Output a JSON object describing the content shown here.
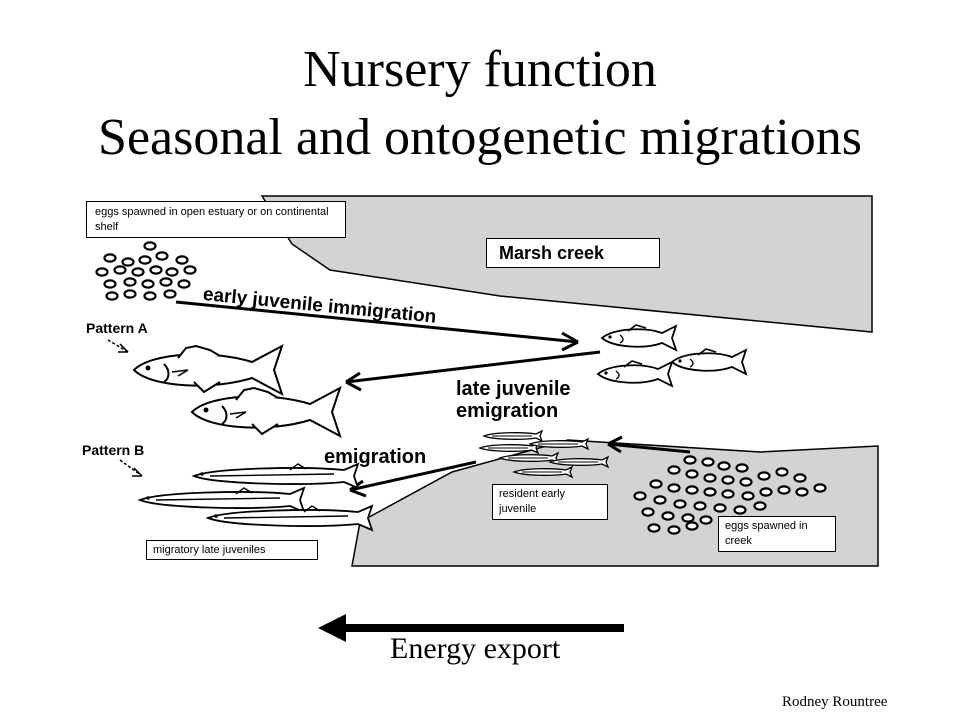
{
  "title": {
    "line1": "Nursery function",
    "line2": "Seasonal and ontogenetic migrations"
  },
  "diagram": {
    "labels": {
      "eggs_open": "eggs spawned in open estuary or on continental shelf",
      "marsh_creek": "Marsh creek",
      "early_immigration": "early juvenile immigration",
      "pattern_a": "Pattern A",
      "late_emigration_1": "late juvenile",
      "late_emigration_2": "emigration",
      "pattern_b": "Pattern B",
      "emigration": "emigration",
      "resident": "resident early juvenile",
      "eggs_creek": "eggs spawned in creek",
      "migratory": "migratory late juveniles"
    },
    "energy_export": "Energy export"
  },
  "credit": "Rodney Rountree",
  "colors": {
    "land": "#d3d3d3",
    "ink": "#000000"
  }
}
